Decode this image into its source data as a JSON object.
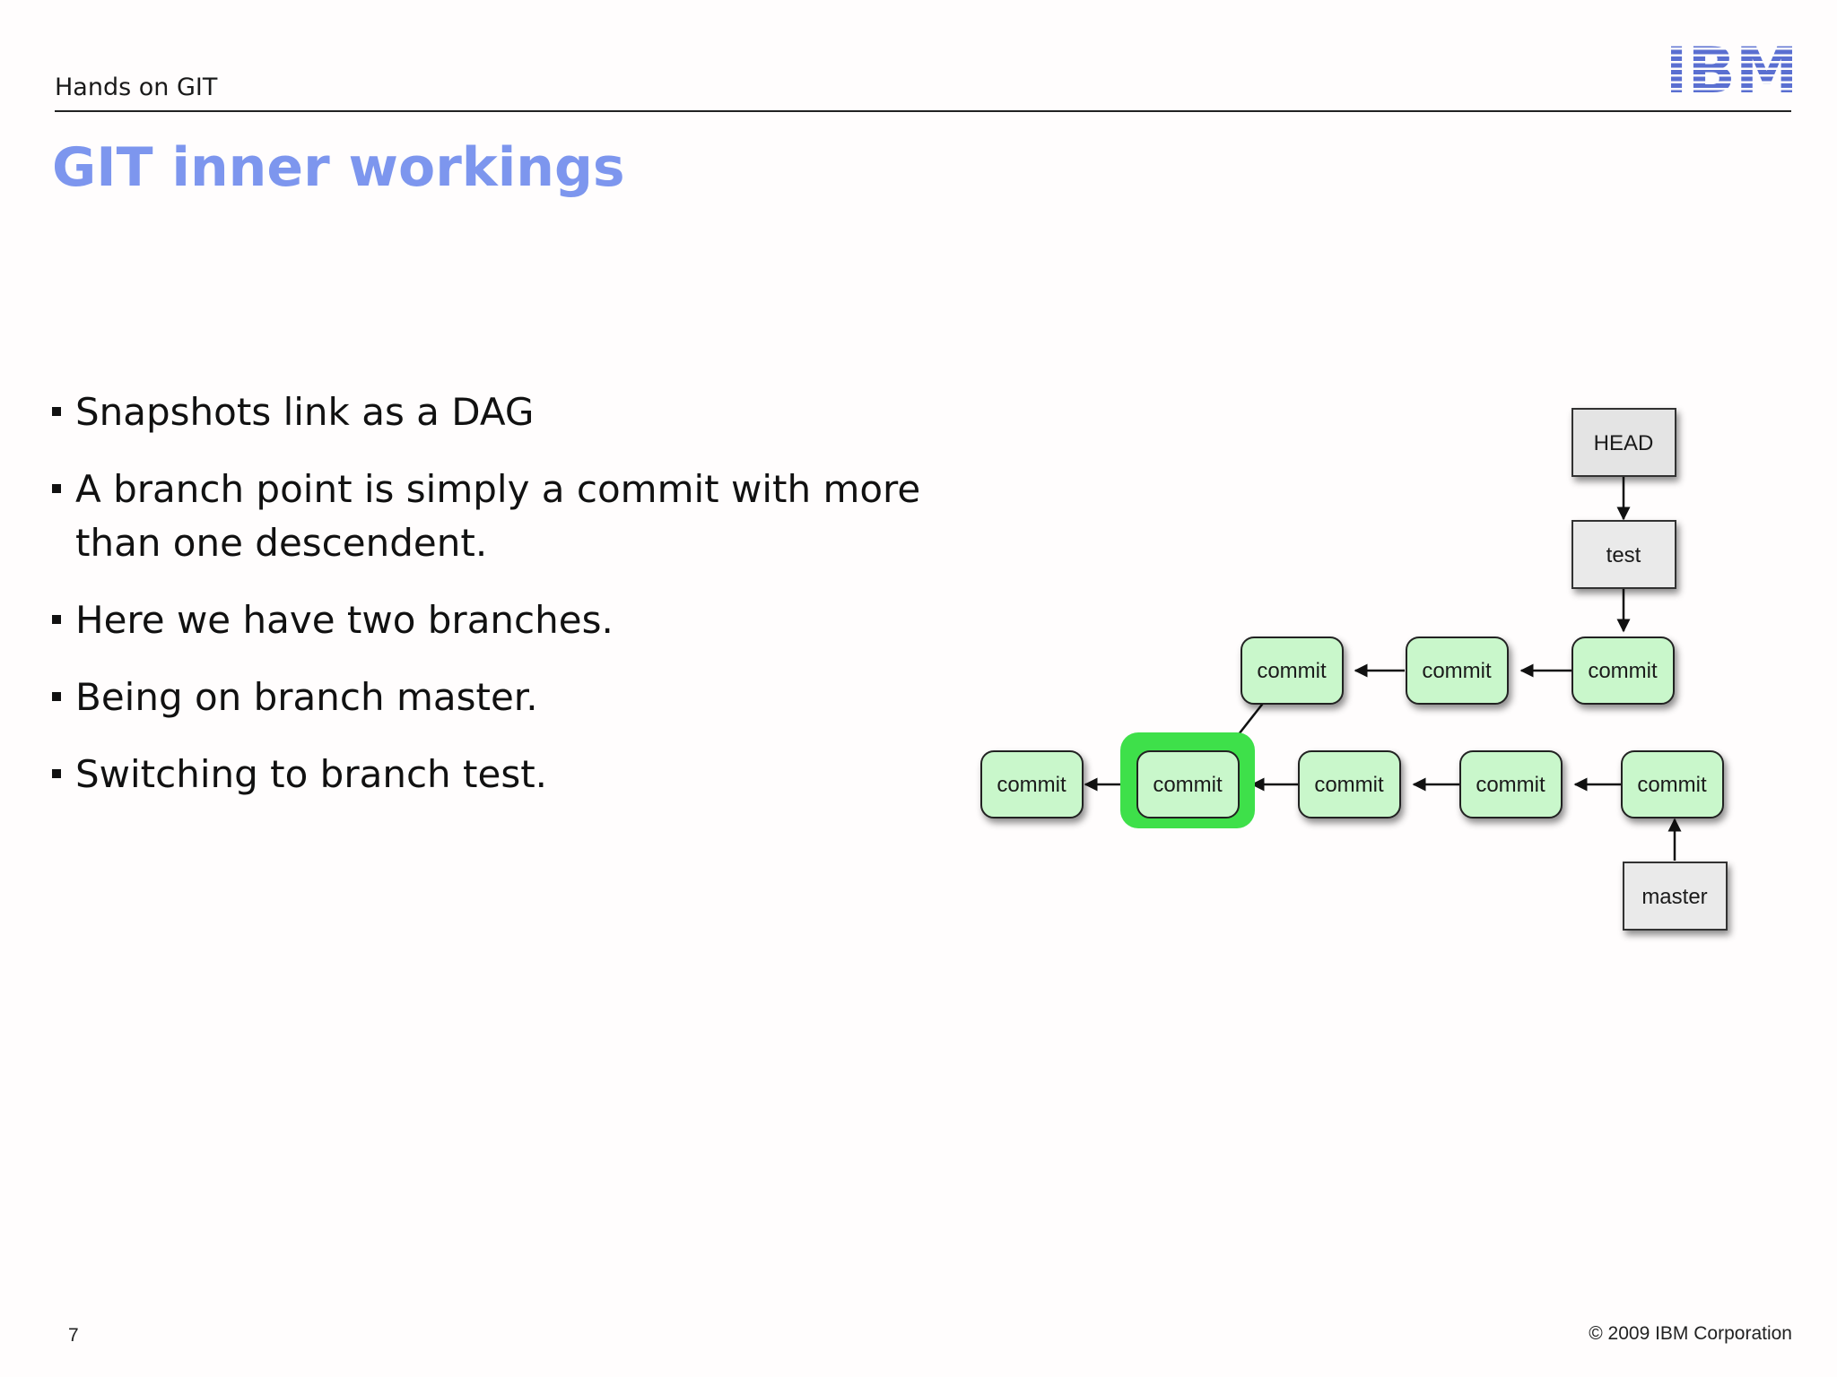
{
  "header": {
    "label": "Hands on GIT",
    "logo_text": "IBM"
  },
  "slide": {
    "title": "GIT inner workings",
    "bullets": [
      "Snapshots link as a DAG",
      "A branch point is simply a commit with more than one descendent.",
      "Here we have two branches.",
      "Being on branch master.",
      "Switching to branch test."
    ]
  },
  "diagram": {
    "nodes": {
      "head": "HEAD",
      "test": "test",
      "master": "master",
      "commit_label": "commit"
    },
    "colors": {
      "commit_fill": "#c9f7cb",
      "ref_fill": "#e6e6e6",
      "highlight": "#3ee04a",
      "title_blue": "#7d96ee",
      "logo_blue": "#5a6fd1"
    }
  },
  "footer": {
    "page_number": "7",
    "copyright": "© 2009 IBM Corporation"
  }
}
